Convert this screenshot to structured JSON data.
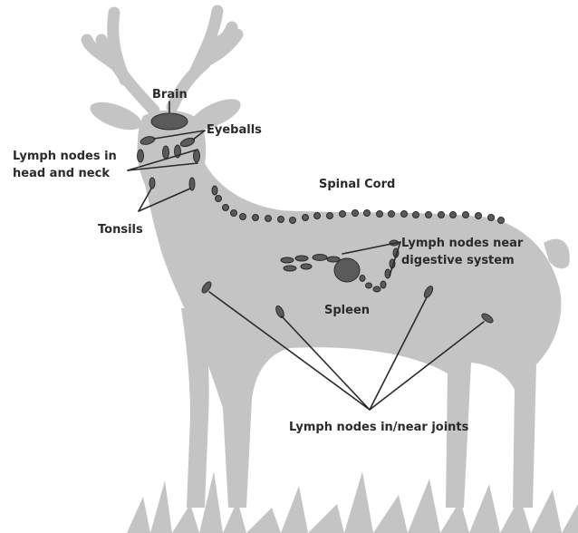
{
  "diagram": {
    "colors": {
      "silhouette": "#c4c4c4",
      "node": "#5a5a5a",
      "line": "#2a2a2a",
      "text": "#2a2a2a"
    },
    "labels": {
      "brain": "Brain",
      "eyeballs": "Eyeballs",
      "lymph_head_neck_1": "Lymph nodes in",
      "lymph_head_neck_2": "head and neck",
      "tonsils": "Tonsils",
      "spinal_cord": "Spinal Cord",
      "lymph_digestive_1": "Lymph nodes near",
      "lymph_digestive_2": "digestive system",
      "spleen": "Spleen",
      "lymph_joints": "Lymph nodes in/near joints"
    }
  }
}
